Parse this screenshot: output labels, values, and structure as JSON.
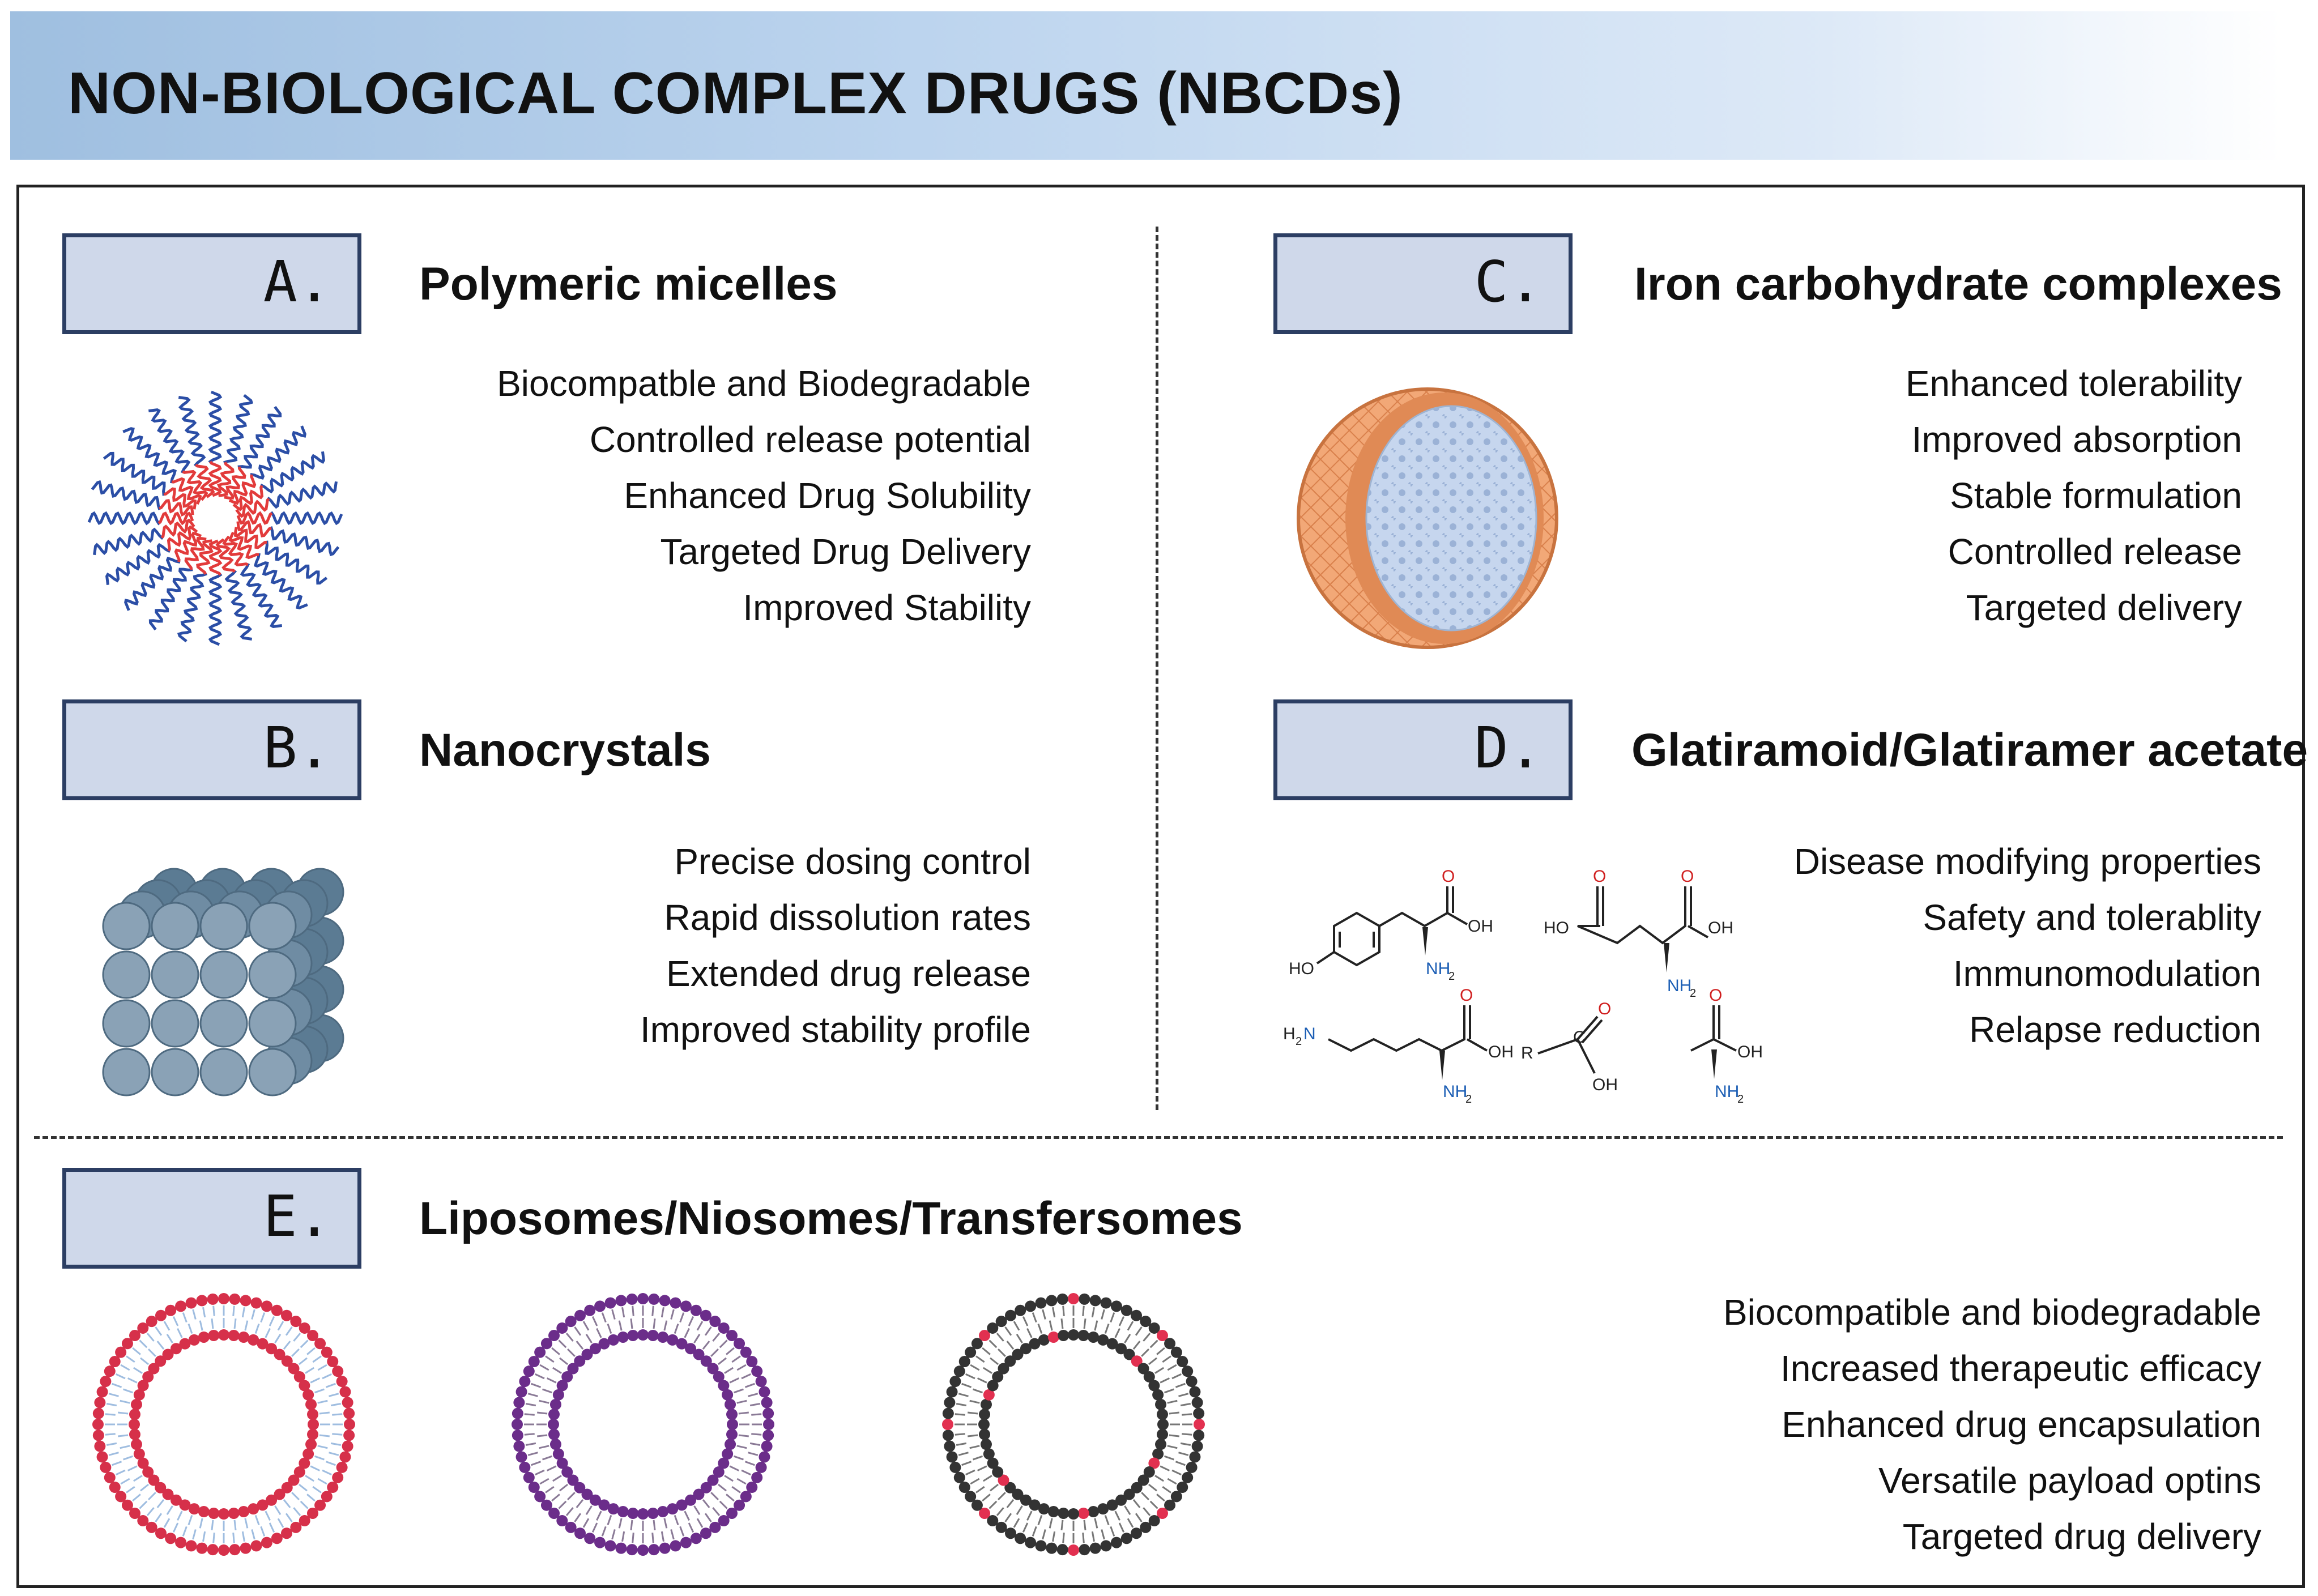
{
  "title": "NON-BIOLOGICAL COMPLEX DRUGS (NBCDs)",
  "colors": {
    "banner": "#a9c6e6",
    "box_fill": "#cfd8ea",
    "box_border": "#2c3e63",
    "micelle_tail": "#2b4ea6",
    "micelle_core": "#e23b3b",
    "crystal": "#7f98ac",
    "iron_shell": "#f0a070",
    "iron_core": "#bcd0ea",
    "liposome_head": "#d6304a",
    "niosome_head": "#6b2d8a",
    "transfersome_head": "#333333"
  },
  "sections": {
    "a": {
      "letter": "A.",
      "title": "Polymeric micelles",
      "icon": "polymeric-micelle-illustration",
      "features": [
        "Biocompatble and Biodegradable",
        "Controlled release potential",
        "Enhanced Drug Solubility",
        "Targeted Drug Delivery",
        "Improved Stability"
      ]
    },
    "b": {
      "letter": "B.",
      "title": "Nanocrystals",
      "icon": "nanocrystal-illustration",
      "features": [
        "Precise dosing control",
        "Rapid dissolution rates",
        "Extended drug release",
        "Improved stability profile"
      ]
    },
    "c": {
      "letter": "C.",
      "title": "Iron carbohydrate complexes",
      "icon": "iron-carbohydrate-complex-illustration",
      "features": [
        "Enhanced tolerability",
        "Improved absorption",
        "Stable formulation",
        "Controlled release",
        "Targeted delivery"
      ]
    },
    "d": {
      "letter": "D.",
      "title": "Glatiramoid/Glatiramer acetate",
      "icon": "amino-acid-structures-illustration",
      "chem": {
        "o": "O",
        "oh": "OH",
        "ho": "HO",
        "nh2_n": "NH",
        "sub2": "2",
        "h2n_h": "H",
        "h2n_n": "N",
        "r": "R",
        "c": "C"
      },
      "features": [
        "Disease modifying properties",
        "Safety and tolerablity",
        "Immunomodulation",
        "Relapse reduction"
      ]
    },
    "e": {
      "letter": "E.",
      "title": "Liposomes/Niosomes/Transfersomes",
      "icons": [
        "liposome-illustration",
        "niosome-illustration",
        "transfersome-illustration"
      ],
      "features": [
        "Biocompatible and biodegradable",
        "Increased therapeutic efficacy",
        "Enhanced drug encapsulation",
        "Versatile payload optins",
        "Targeted drug delivery"
      ]
    }
  }
}
